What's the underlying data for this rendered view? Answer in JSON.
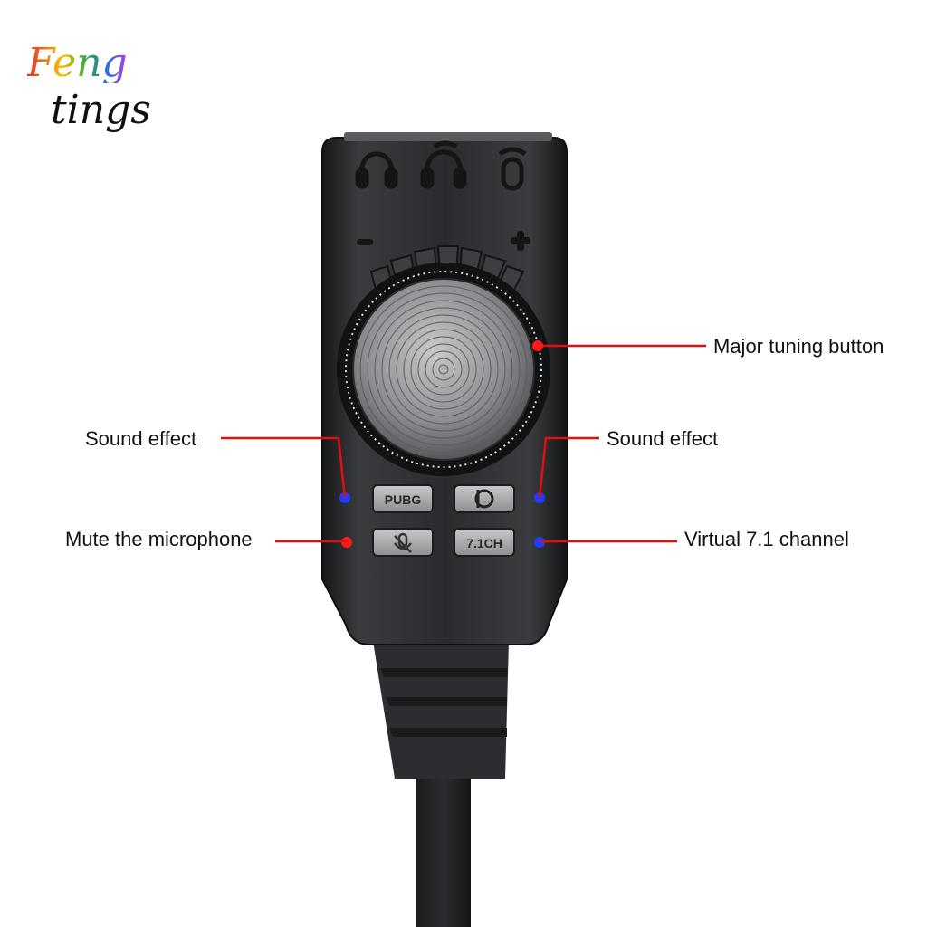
{
  "logo": {
    "line1": "Feng",
    "line2": "tings"
  },
  "device": {
    "buttons": {
      "pubg": "PUBG",
      "surround": "7.1CH"
    }
  },
  "callouts": {
    "tuning": "Major tuning button",
    "sound_effect_left": "Sound effect",
    "sound_effect_right": "Sound effect",
    "mute": "Mute the microphone",
    "virtual": "Virtual 7.1 channel"
  },
  "colors": {
    "callout_line": "#e01010",
    "led_blue": "#1f3cff",
    "led_red": "#ff1a1a",
    "body": "#2f3033"
  },
  "icons": [
    "headphone-port-icon",
    "headset-port-icon",
    "microphone-port-icon",
    "minus-icon",
    "plus-icon",
    "mic-mute-icon",
    "sound-mode-icon"
  ]
}
